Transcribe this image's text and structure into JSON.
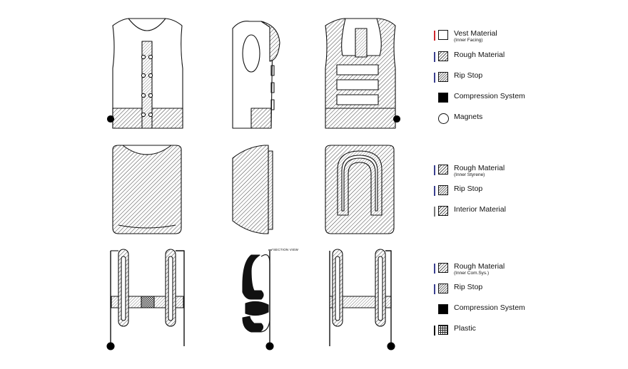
{
  "section_note": "*SECTION VIEW",
  "colors": {
    "red_bar": "#d0282e",
    "blue_bar": "#3a3f8f",
    "grey_bar": "#777777",
    "line": "#111111"
  },
  "legend_groups": [
    {
      "items": [
        {
          "label": "Vest Material",
          "sub": "(Inner Facing)",
          "swatch": "plain",
          "bar": "red"
        },
        {
          "label": "Rough Material",
          "sub": "",
          "swatch": "rough",
          "bar": "blue"
        },
        {
          "label": "Rip Stop",
          "sub": "",
          "swatch": "rip",
          "bar": "blue"
        },
        {
          "label": "Compression System",
          "sub": "",
          "swatch": "solid",
          "bar": "none"
        },
        {
          "label": "Magnets",
          "sub": "",
          "swatch": "circle",
          "bar": "none"
        }
      ]
    },
    {
      "items": [
        {
          "label": "Rough Material",
          "sub": "(Inner Styrene)",
          "swatch": "rough",
          "bar": "blue"
        },
        {
          "label": "Rip Stop",
          "sub": "",
          "swatch": "rip",
          "bar": "blue"
        },
        {
          "label": "Interior Material",
          "sub": "",
          "swatch": "interior",
          "bar": "grey"
        }
      ]
    },
    {
      "items": [
        {
          "label": "Rough Material",
          "sub": "(Inner Com.Sys.)",
          "swatch": "rough",
          "bar": "blue"
        },
        {
          "label": "Rip Stop",
          "sub": "",
          "swatch": "rip",
          "bar": "blue"
        },
        {
          "label": "Compression System",
          "sub": "",
          "swatch": "solid",
          "bar": "none"
        },
        {
          "label": "Plastic",
          "sub": "",
          "swatch": "plastic",
          "bar": "black"
        }
      ]
    }
  ]
}
